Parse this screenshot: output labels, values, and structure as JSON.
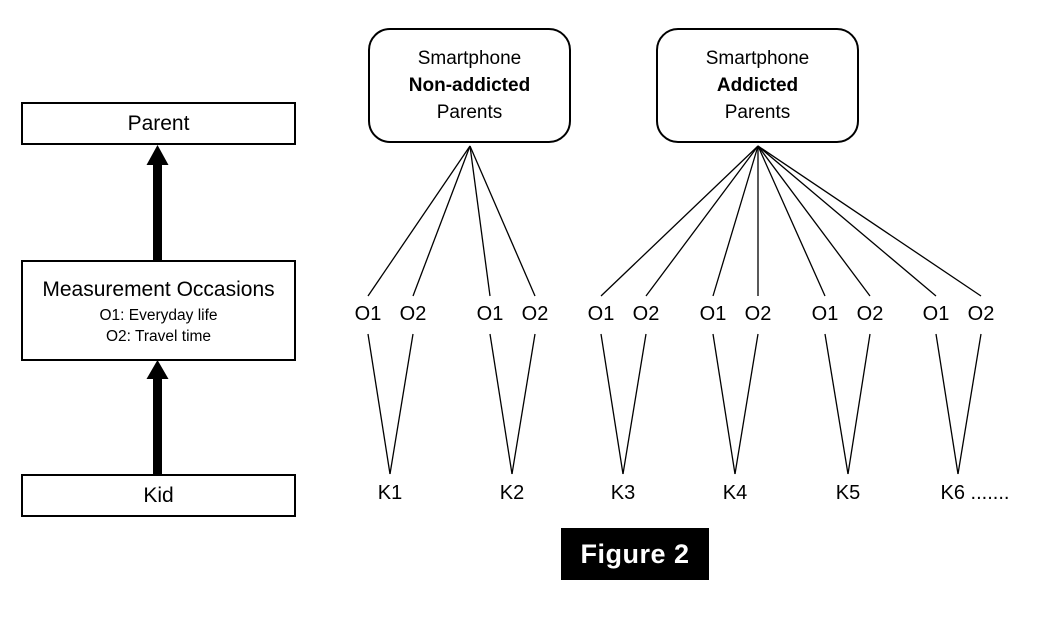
{
  "figure": {
    "caption": "Figure 2"
  },
  "legend_column": {
    "levels": [
      {
        "id": "parent",
        "title": "Parent",
        "sublines": []
      },
      {
        "id": "measurement-occasions",
        "title": "Measurement Occasions",
        "sublines": [
          "O1: Everyday life",
          "O2: Travel time"
        ]
      },
      {
        "id": "kid",
        "title": "Kid",
        "sublines": []
      }
    ],
    "arrows": [
      {
        "id": "kid-to-measurement",
        "direction": "up"
      },
      {
        "id": "measurement-to-parent",
        "direction": "up"
      }
    ]
  },
  "groups": [
    {
      "id": "non-addicted",
      "line1": "Smartphone",
      "line2": "Non-addicted",
      "line3": "Parents",
      "kids": [
        {
          "id": "K1",
          "label": "K1",
          "occasions": [
            {
              "id": "K1-O1",
              "label": "O1"
            },
            {
              "id": "K1-O2",
              "label": "O2"
            }
          ]
        },
        {
          "id": "K2",
          "label": "K2",
          "occasions": [
            {
              "id": "K2-O1",
              "label": "O1"
            },
            {
              "id": "K2-O2",
              "label": "O2"
            }
          ]
        }
      ]
    },
    {
      "id": "addicted",
      "line1": "Smartphone",
      "line2": "Addicted",
      "line3": "Parents",
      "kids": [
        {
          "id": "K3",
          "label": "K3",
          "occasions": [
            {
              "id": "K3-O1",
              "label": "O1"
            },
            {
              "id": "K3-O2",
              "label": "O2"
            }
          ]
        },
        {
          "id": "K4",
          "label": "K4",
          "occasions": [
            {
              "id": "K4-O1",
              "label": "O1"
            },
            {
              "id": "K4-O2",
              "label": "O2"
            }
          ]
        },
        {
          "id": "K5",
          "label": "K5",
          "occasions": [
            {
              "id": "K5-O1",
              "label": "O1"
            },
            {
              "id": "K5-O2",
              "label": "O2"
            }
          ]
        },
        {
          "id": "K6",
          "label": "K6 .......",
          "occasions": [
            {
              "id": "K6-O1",
              "label": "O1"
            },
            {
              "id": "K6-O2",
              "label": "O2"
            }
          ]
        }
      ]
    }
  ],
  "colors": {
    "stroke": "#000000",
    "background": "#ffffff",
    "caption_bg": "#000000",
    "caption_text": "#ffffff"
  }
}
